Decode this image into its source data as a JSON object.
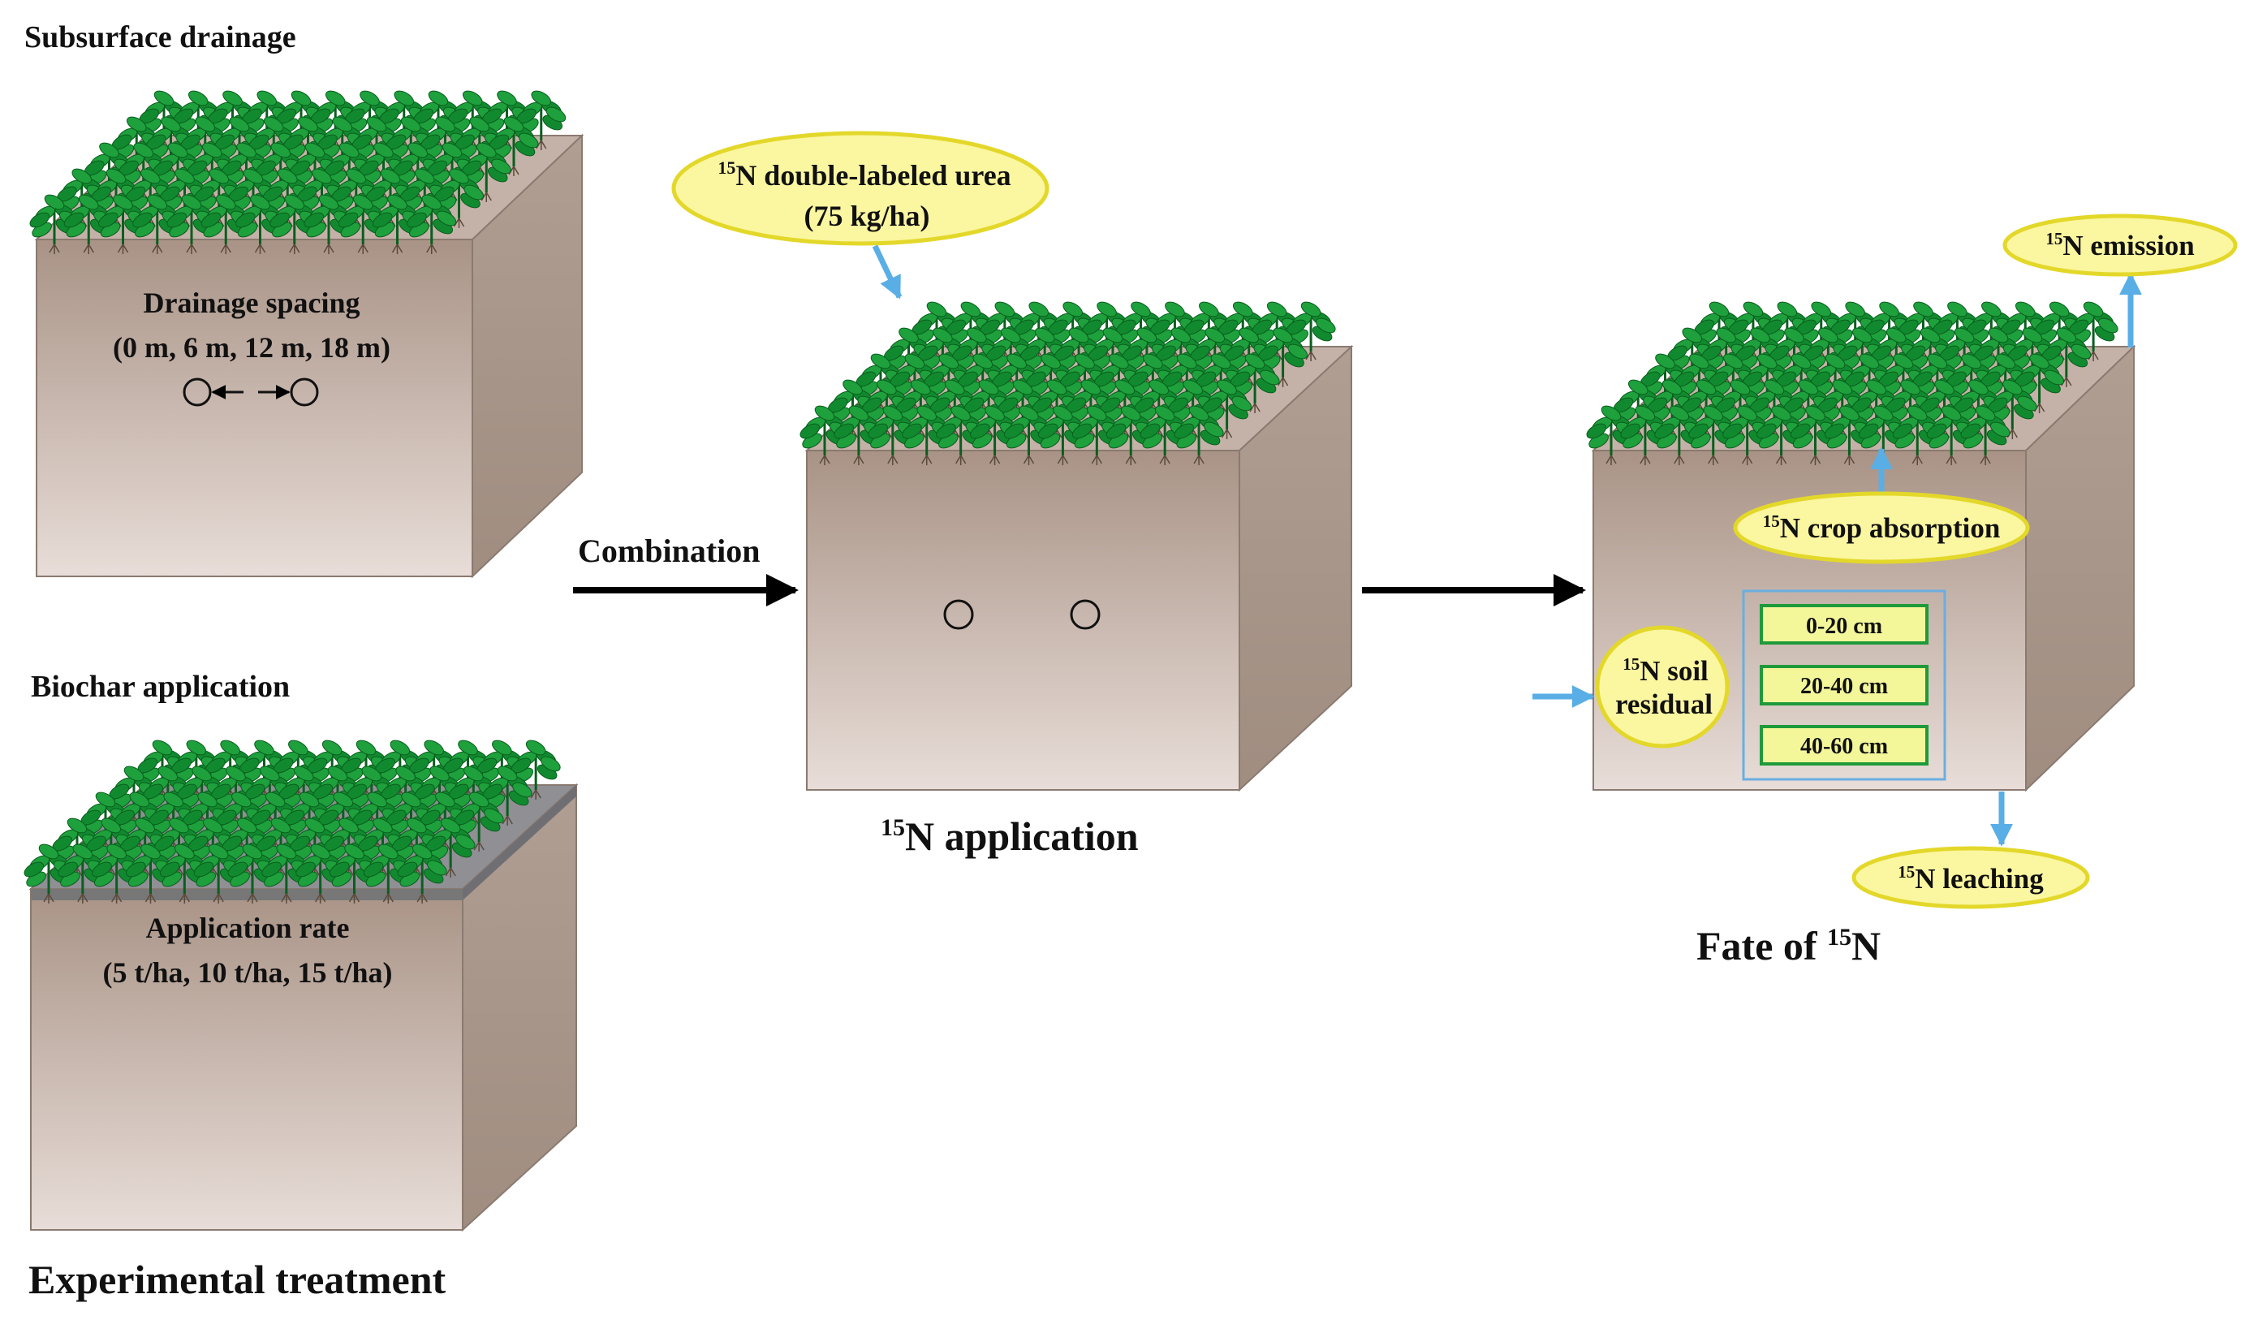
{
  "colors": {
    "soil_front_top": "#a99386",
    "soil_front_bottom": "#e7dcd7",
    "soil_side": "#a69488",
    "soil_top": "#c4b2a8",
    "biochar_layer": "#8f8f94",
    "plant_green": "#118a2f",
    "plant_dark": "#0a5e1e",
    "bubble_fill": "#fbf6a0",
    "bubble_stroke": "#e3d82a",
    "flow_arrow": "#5aaee6",
    "box_frame": "#6aaee0",
    "layer_box_fill": "#f3f79a",
    "layer_box_stroke": "#1f9a3a"
  },
  "panel_drainage": {
    "title": "Subsurface drainage",
    "label_line1": "Drainage spacing",
    "label_line2": "(0 m, 6 m, 12 m, 18 m)",
    "icon": "spacing-circles-double-arrow-icon"
  },
  "panel_biochar": {
    "title": "Biochar application",
    "label_line1": "Application rate",
    "label_line2": "(5 t/ha, 10 t/ha, 15 t/ha)"
  },
  "caption_experimental": "Experimental treatment",
  "arrow_combination": {
    "label": "Combination"
  },
  "panel_application": {
    "urea_superscript": "15",
    "urea_line1": "N double-labeled urea",
    "urea_line2": "(75 kg/ha)",
    "caption_superscript": "15",
    "caption_text": "N application"
  },
  "panel_fate": {
    "emission": {
      "sup": "15",
      "text": "N emission"
    },
    "crop_absorption": {
      "sup": "15",
      "text": "N crop absorption"
    },
    "soil_residual": {
      "sup": "15",
      "line1": "N soil",
      "line2": "residual"
    },
    "leaching": {
      "sup": "15",
      "text": "N leaching"
    },
    "layers": [
      "0-20 cm",
      "20-40 cm",
      "40-60 cm"
    ],
    "caption_prefix": "Fate of ",
    "caption_sup": "15",
    "caption_suffix": "N"
  }
}
